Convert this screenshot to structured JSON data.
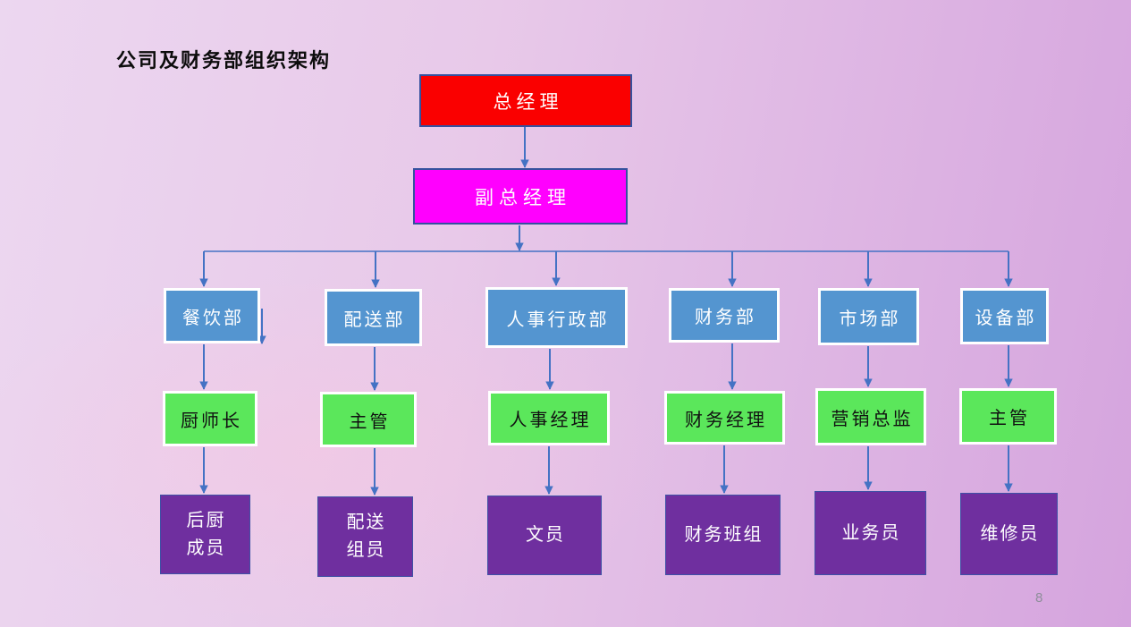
{
  "slide": {
    "title": "公司及财务部组织架构",
    "page_number": "8"
  },
  "org_chart": {
    "levels": {
      "root": "总经理",
      "deputy": "副总经理"
    },
    "columns": [
      {
        "department": "餐饮部",
        "manager": "厨师长",
        "staff_lines": [
          "后厨",
          "成员"
        ]
      },
      {
        "department": "配送部",
        "manager": "主管",
        "staff_lines": [
          "配送",
          "组员"
        ]
      },
      {
        "department": "人事行政部",
        "manager": "人事经理",
        "staff_lines": [
          "文员"
        ]
      },
      {
        "department": "财务部",
        "manager": "财务经理",
        "staff_lines": [
          "财务班组"
        ]
      },
      {
        "department": "市场部",
        "manager": "营销总监",
        "staff_lines": [
          "业务员"
        ]
      },
      {
        "department": "设备部",
        "manager": "主管",
        "staff_lines": [
          "维修员"
        ]
      }
    ],
    "colors": {
      "root_fill": "#fa0000",
      "deputy_fill": "#ff00fe",
      "department_fill": "#5495d0",
      "manager_fill": "#5be75b",
      "staff_fill": "#6f2f9f",
      "box_dark_border": "#35519e",
      "box_white_border": "#ffffff",
      "connector": "#4472c4",
      "background_left": "#ecd7f0",
      "background_right": "#d5a4de"
    }
  }
}
